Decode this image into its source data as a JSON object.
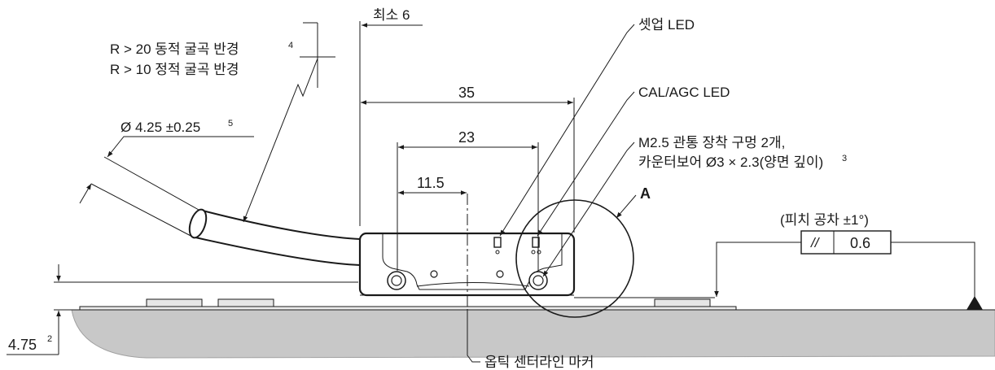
{
  "labels": {
    "min_clearance": "최소 6",
    "setup_led": "셋업 LED",
    "cal_agc_led": "CAL/AGC LED",
    "mount_holes_line1": "M2.5 관통 장착 구멍 2개,",
    "mount_holes_line2": "카운터보어 Ø3 × 2.3(양면 깊이)",
    "mount_holes_note": "3",
    "detail_ref": "A",
    "pitch_tolerance": "(피치 공차 ±1°)",
    "parallel_symbol": "//",
    "parallel_value": "0.6",
    "dynamic_bend": "R > 20 동적 굴곡 반경",
    "dynamic_bend_note": "4",
    "static_bend": "R > 10 정적 굴곡 반경",
    "cable_diameter": "Ø 4.25 ±0.25",
    "cable_diameter_note": "5",
    "dim_35": "35",
    "dim_23": "23",
    "dim_11_5": "11.5",
    "height": "4.75",
    "height_note": "2",
    "optical_centerline": "옵틱 센터라인 마커"
  },
  "colors": {
    "line": "#1a1a1a",
    "surface": "#c8c8c8",
    "surface_edge": "#a0a0a0",
    "pad": "#e6e6e6"
  }
}
